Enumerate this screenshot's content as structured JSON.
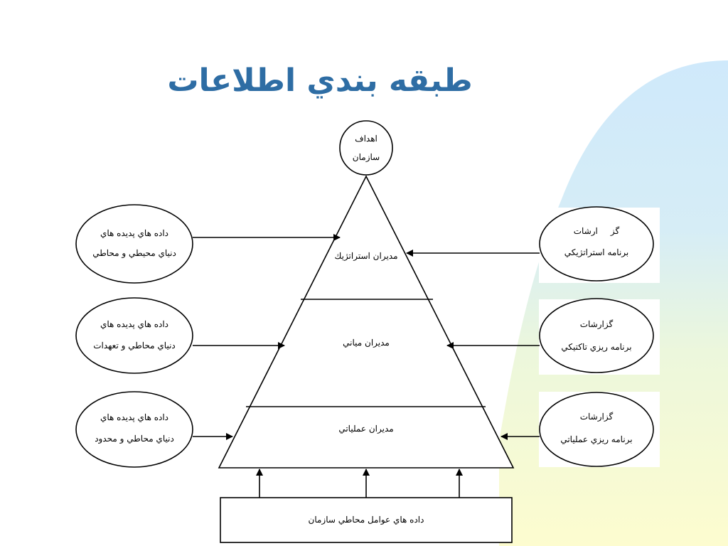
{
  "title": "طبقه بندي اطلاعات",
  "goals": {
    "line1": "اهداف",
    "line2": "سازمان"
  },
  "levels": {
    "strategic": "مديران استراتژيك",
    "middle": "مديران مياني",
    "operational": "مديران عملياتي"
  },
  "left_inputs": [
    {
      "line1": "داده هاي پديده هاي",
      "line2": "دنياي محيطي و محاطي"
    },
    {
      "line1": "داده هاي پديده هاي",
      "line2": "دنياي محاطي و تعهدات"
    },
    {
      "line1": "داده هاي پديده هاي",
      "line2": "دنياي محاطي و محدود"
    }
  ],
  "right_reports": [
    {
      "line1a": "گز",
      "line1b": "ارشات",
      "line2": "برنامه استراتژيكي"
    },
    {
      "line1": "گزارشات",
      "line2": "برنامه ريزي تاكتيكي"
    },
    {
      "line1": "گزارشات",
      "line2": "برنامه ريزي عملياتي"
    }
  ],
  "bottom_box": "داده هاي عوامل محاطي سازمان",
  "colors": {
    "title": "#2e6da4",
    "sky": "#cfe9fb",
    "yellow": "#fdfccf"
  }
}
